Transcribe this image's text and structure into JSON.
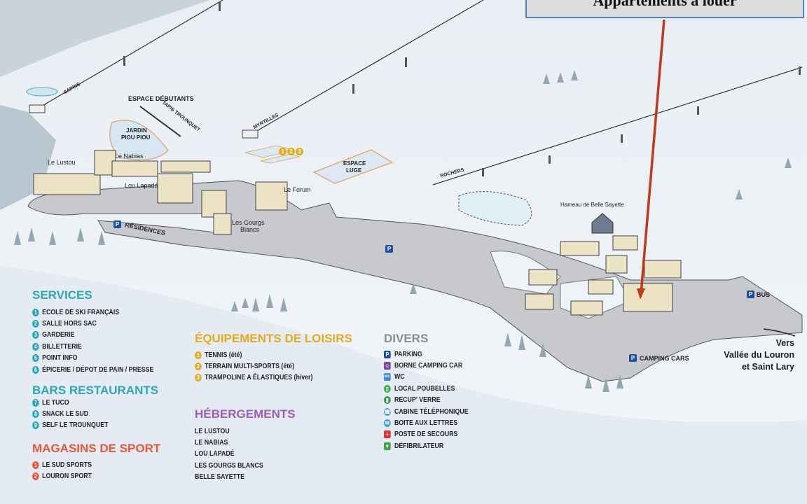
{
  "header": {
    "title": "Appartements à louer"
  },
  "lifts": [
    {
      "name": "SAPINS"
    },
    {
      "name": "MYRTILLES"
    },
    {
      "name": "ROCHERS"
    },
    {
      "name": "TAPIS TROUNQUET"
    }
  ],
  "places": {
    "espace_debutants": "ESPACE DÉBUTANTS",
    "jardin_line1": "JARDIN",
    "jardin_line2": "PIOU PIOU",
    "espace_luge_1": "ESPACE",
    "espace_luge_2": "LUGE",
    "le_lustou": "Le Lustou",
    "le_nabias": "Le Nabias",
    "lou_lapade": "Lou Lapadé",
    "le_forum": "Le Forum",
    "gourgs_1": "Les Gourgs",
    "gourgs_2": "Blancs",
    "residences": "RÉSIDENCES",
    "hameau": "Hameau de Belle Sayette",
    "bus": "BUS",
    "camping_cars": "CAMPING CARS",
    "parking_symbol": "P",
    "dest_1": "Vers",
    "dest_2": "Vallée du Louron",
    "dest_3": "et Saint Lary",
    "loisirs_badges": [
      "1",
      "2",
      "3"
    ]
  },
  "legend": {
    "services": {
      "title": "SERVICES",
      "color": "#2aa7b8",
      "items": [
        {
          "n": "1",
          "label": "ECOLE DE SKI FRANÇAIS"
        },
        {
          "n": "2",
          "label": "SALLE HORS SAC"
        },
        {
          "n": "3",
          "label": "GARDERIE"
        },
        {
          "n": "4",
          "label": "BILLETTERIE"
        },
        {
          "n": "5",
          "label": "POINT INFO"
        },
        {
          "n": "6",
          "label": "ÉPICERIE / DÉPOT DE PAIN / PRESSE"
        }
      ]
    },
    "bars": {
      "title": "BARS RESTAURANTS",
      "color": "#2aa7b8",
      "items": [
        {
          "n": "7",
          "label": "LE TUCO"
        },
        {
          "n": "8",
          "label": "SNACK LE SUD"
        },
        {
          "n": "9",
          "label": "SELF LE TROUNQUET"
        }
      ]
    },
    "magasins": {
      "title": "MAGASINS DE SPORT",
      "color": "#e8573a",
      "items": [
        {
          "n": "1",
          "label": "LE SUD SPORTS"
        },
        {
          "n": "2",
          "label": "LOURON SPORT"
        }
      ]
    },
    "loisirs": {
      "title": "ÉQUIPEMENTS DE LOISIRS",
      "color": "#e0ad1f",
      "items": [
        {
          "n": "1",
          "label": "TENNIS (été)"
        },
        {
          "n": "2",
          "label": "TERRAIN MULTI-SPORTS (été)"
        },
        {
          "n": "3",
          "label": "TRAMPOLINE A ÉLASTIQUES (hiver)"
        }
      ]
    },
    "hebergements": {
      "title": "HÉBERGEMENTS",
      "color": "#9a5fb4",
      "items": [
        {
          "label": "LE LUSTOU"
        },
        {
          "label": "LE NABIAS"
        },
        {
          "label": "LOU LAPADÉ"
        },
        {
          "label": "LES GOURGS BLANCS"
        },
        {
          "label": "BELLE SAYETTE"
        }
      ]
    },
    "divers": {
      "title": "DIVERS",
      "color": "#8a8f96",
      "items": [
        {
          "icon": "parking-icon",
          "sym": "P",
          "color": "#1f4fa0",
          "label": "PARKING"
        },
        {
          "icon": "camping-car-icon",
          "sym": "☺",
          "color": "#7a4a9a",
          "label": "BORNE CAMPING CAR"
        },
        {
          "icon": "wc-icon",
          "sym": "wc",
          "color": "#3a8fd8",
          "label": "WC"
        },
        {
          "icon": "trash-icon",
          "sym": "▯",
          "color": "#3aa548",
          "label": "LOCAL POUBELLES"
        },
        {
          "icon": "glass-recycling-icon",
          "sym": "▮",
          "color": "#2f9a40",
          "label": "RECUP' VERRE"
        },
        {
          "icon": "phone-icon",
          "sym": "☎",
          "color": "#3a9ee0",
          "label": "CABINE TÉLÉPHONIQUE"
        },
        {
          "icon": "mailbox-icon",
          "sym": "✉",
          "color": "#3a9ee0",
          "label": "BOITE AUX LETTRES"
        },
        {
          "icon": "first-aid-icon",
          "sym": "+",
          "color": "#e03030",
          "label": "POSTE DE SECOURS"
        },
        {
          "icon": "defibrillator-icon",
          "sym": "♥",
          "color": "#3aa548",
          "label": "DÉFIBRILATEUR"
        }
      ]
    }
  }
}
